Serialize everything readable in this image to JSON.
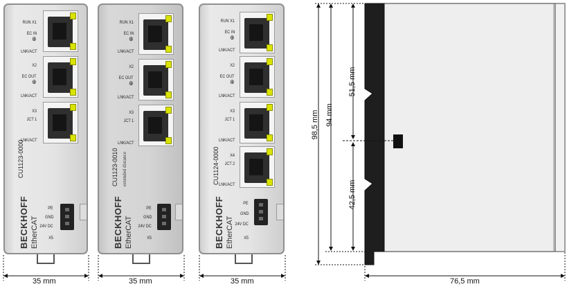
{
  "modules": [
    {
      "model": "CU1123-0000",
      "subtitle": "",
      "brand": "BECKHOFF",
      "ethercat": "EtherCAT",
      "ports": [
        {
          "top_label": "RUN  X1",
          "icon_label": "EC IN",
          "bottom_label": "LNK/ACT"
        },
        {
          "top_label": "X2",
          "icon_label": "EC OUT",
          "bottom_label": "LNK/ACT"
        },
        {
          "top_label": "X3",
          "icon_label": "JCT 1",
          "bottom_label": "LNK/ACT"
        }
      ],
      "connector_labels": [
        "PE",
        "GND",
        "24V DC",
        "X5"
      ]
    },
    {
      "model": "CU1123-0010",
      "subtitle": "extended distance",
      "brand": "BECKHOFF",
      "ethercat": "EtherCAT",
      "ports": [
        {
          "top_label": "RUN  X1",
          "icon_label": "EC IN",
          "bottom_label": "LNK/ACT"
        },
        {
          "top_label": "X2",
          "icon_label": "EC OUT",
          "bottom_label": "LNK/ACT"
        },
        {
          "top_label": "X3",
          "icon_label": "JCT 1",
          "bottom_label": "LNK/ACT"
        }
      ],
      "connector_labels": [
        "PE",
        "GND",
        "24V DC",
        "X5"
      ]
    },
    {
      "model": "CU1124-0000",
      "subtitle": "",
      "brand": "BECKHOFF",
      "ethercat": "EtherCAT",
      "ports": [
        {
          "top_label": "RUN  X1",
          "icon_label": "EC IN",
          "bottom_label": "LNK/ACT"
        },
        {
          "top_label": "X2",
          "icon_label": "EC OUT",
          "bottom_label": "LNK/ACT"
        },
        {
          "top_label": "X3",
          "icon_label": "JCT 1",
          "bottom_label": "LNK/ACT"
        },
        {
          "top_label": "X4",
          "icon_label": "JCT 2",
          "bottom_label": "LNK/ACT"
        }
      ],
      "connector_labels": [
        "PE",
        "GND",
        "24V DC",
        "X5"
      ]
    }
  ],
  "dimensions": {
    "width_front": "35 mm",
    "depth": "76,5 mm",
    "total_height": "98,5 mm",
    "body_height": "94 mm",
    "upper_offset": "51,5 mm",
    "lower_offset": "42,5 mm"
  },
  "colors": {
    "housing": "#e4e4e4",
    "housing_variant": "#d4d4d4",
    "led": "#d9e400",
    "dark": "#222222"
  }
}
